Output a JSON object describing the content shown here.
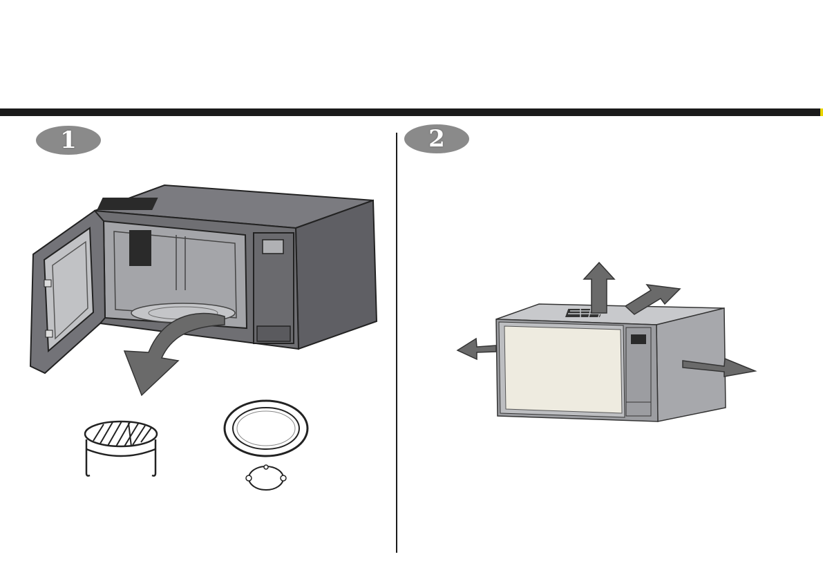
{
  "steps": [
    {
      "number": "1"
    },
    {
      "number": "2"
    }
  ],
  "colors": {
    "rule": "#1a1a1a",
    "badge": "#8a8a8a",
    "oven_body": "#6f6f73",
    "oven_light": "#b3b4b8",
    "door_glass": "#eeebe0",
    "arrow": "#6a6a6a"
  },
  "icons": [
    "microwave-open-door",
    "curved-arrow",
    "wire-rack",
    "glass-tray",
    "roller-ring",
    "airflow-arrows"
  ]
}
